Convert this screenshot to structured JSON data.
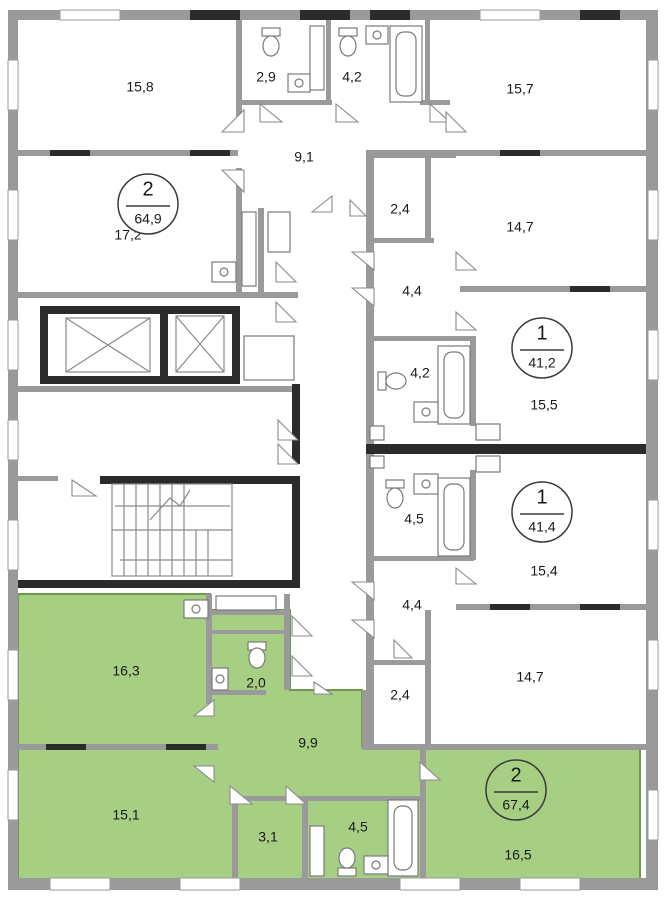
{
  "highlight_color": "#a6cf84",
  "highlight_stroke": "#6e9a4e",
  "wall_color": "#9a9a9a",
  "dark_wall_color": "#2b2b2b",
  "rooms": [
    {
      "id": "r-15-8",
      "label": "15,8"
    },
    {
      "id": "r-2-9",
      "label": "2,9"
    },
    {
      "id": "r-4-2-top",
      "label": "4,2"
    },
    {
      "id": "r-15-7",
      "label": "15,7"
    },
    {
      "id": "r-9-1",
      "label": "9,1"
    },
    {
      "id": "r-17-2",
      "label": "17,2"
    },
    {
      "id": "r-2-4-upper",
      "label": "2,4"
    },
    {
      "id": "r-14-7-upper",
      "label": "14,7"
    },
    {
      "id": "r-4-4-upper",
      "label": "4,4"
    },
    {
      "id": "r-4-2-mid",
      "label": "4,2"
    },
    {
      "id": "r-15-5",
      "label": "15,5"
    },
    {
      "id": "r-4-5-right",
      "label": "4,5"
    },
    {
      "id": "r-15-4",
      "label": "15,4"
    },
    {
      "id": "r-4-4-lower",
      "label": "4,4"
    },
    {
      "id": "r-14-7-lower",
      "label": "14,7"
    },
    {
      "id": "r-2-4-lower",
      "label": "2,4"
    },
    {
      "id": "r-16-3",
      "label": "16,3"
    },
    {
      "id": "r-2-0",
      "label": "2,0"
    },
    {
      "id": "r-9-9",
      "label": "9,9"
    },
    {
      "id": "r-15-1",
      "label": "15,1"
    },
    {
      "id": "r-3-1",
      "label": "3,1"
    },
    {
      "id": "r-4-5-bottom",
      "label": "4,5"
    },
    {
      "id": "r-16-5",
      "label": "16,5"
    }
  ],
  "apartments": [
    {
      "id": "apt-2-top-left",
      "rooms": "2",
      "total": "64,9"
    },
    {
      "id": "apt-1-upper-right",
      "rooms": "1",
      "total": "41,2"
    },
    {
      "id": "apt-1-lower-right",
      "rooms": "1",
      "total": "41,4"
    },
    {
      "id": "apt-2-bottom-selected",
      "rooms": "2",
      "total": "67,4"
    }
  ]
}
